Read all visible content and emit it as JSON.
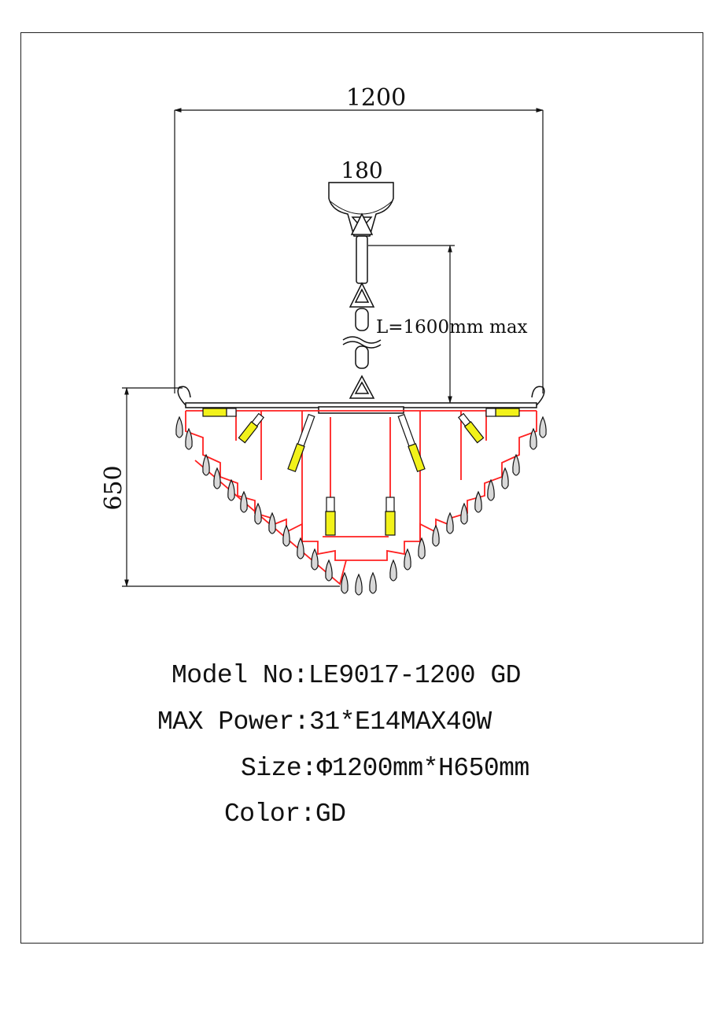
{
  "dimensions": {
    "overall_width": "1200",
    "canopy_width": "180",
    "chain_length": "L=1600mm max",
    "height": "650"
  },
  "specs": {
    "model_label": "Model No:",
    "model_value": "LE9017-1200 GD",
    "power_label": "MAX Power:",
    "power_value": "31*E14MAX40W",
    "size_label": "Size:",
    "size_value": "Φ1200mm*H650mm",
    "color_label": "Color:",
    "color_value": "GD"
  },
  "colors": {
    "line": "#111111",
    "wire": "#ff2020",
    "bulb": "#f2f21a"
  }
}
